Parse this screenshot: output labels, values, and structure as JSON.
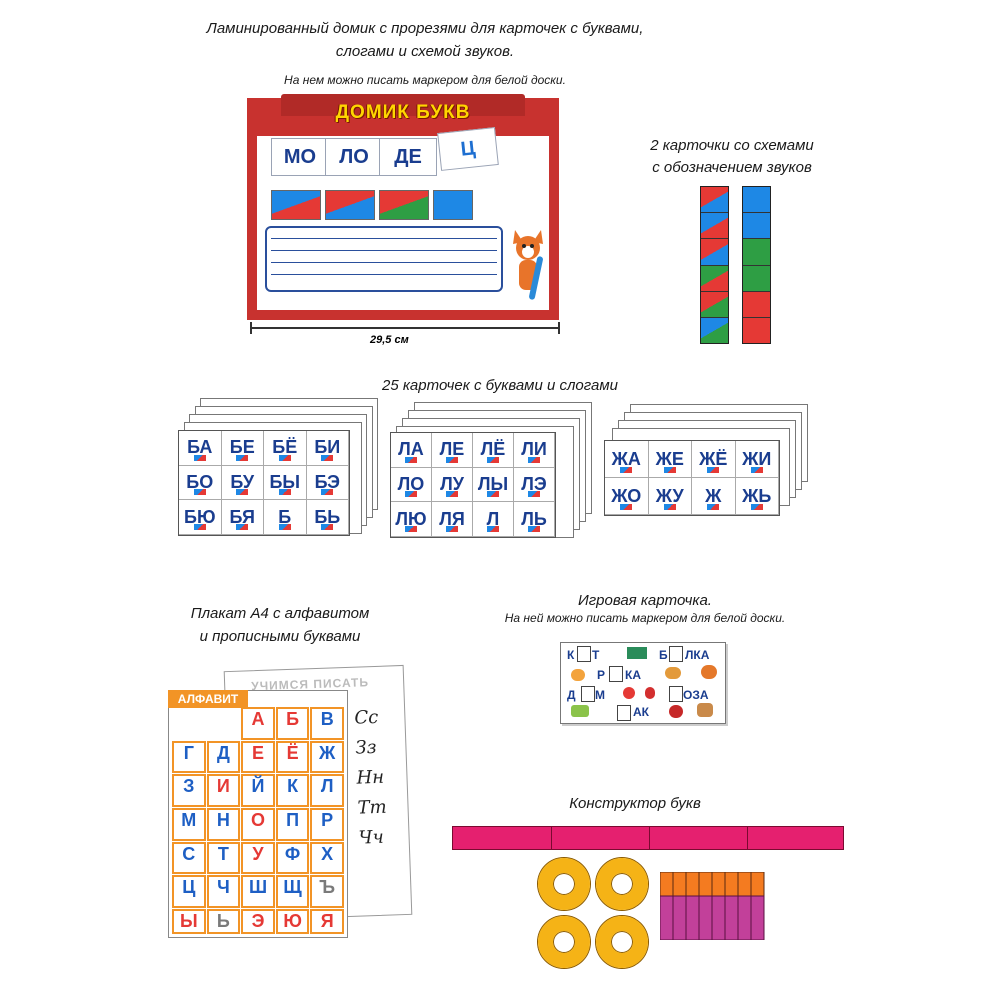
{
  "house_section": {
    "caption_line1": "Ламинированный домик с прорезями для карточек с буквами,",
    "caption_line2": "слогами и схемой звуков.",
    "caption_line3": "На нем можно писать маркером для белой доски.",
    "title": "ДОМИК БУКВ",
    "slots": [
      "МО",
      "ЛО",
      "ДЕ",
      "Ц"
    ],
    "size_label": "29,5 см",
    "colors": {
      "roof": "#c8322f",
      "title": "#ffd600",
      "letters": "#1a3d8f"
    }
  },
  "schemes_section": {
    "caption_line1": "2 карточки со схемами",
    "caption_line2": "с обозначением звуков"
  },
  "cards_section": {
    "caption": "25 карточек с буквами и слогами",
    "stack1": [
      "БА",
      "БЕ",
      "БЁ",
      "БИ",
      "БО",
      "БУ",
      "БЫ",
      "БЭ",
      "БЮ",
      "БЯ",
      "Б",
      "БЬ"
    ],
    "stack2": [
      "ЛА",
      "ЛЕ",
      "ЛЁ",
      "ЛИ",
      "ЛО",
      "ЛУ",
      "ЛЫ",
      "ЛЭ",
      "ЛЮ",
      "ЛЯ",
      "Л",
      "ЛЬ"
    ],
    "stack3": [
      "ЖА",
      "ЖЕ",
      "ЖЁ",
      "ЖИ",
      "ЖО",
      "ЖУ",
      "Ж",
      "ЖЬ"
    ]
  },
  "poster_section": {
    "caption_line1": "Плакат А4 с алфавитом",
    "caption_line2": "и прописными буквами",
    "poster_title": "АЛФАВИТ",
    "back_title": "УЧИМСЯ ПИСАТЬ",
    "letters": [
      "А",
      "Б",
      "В",
      "Г",
      "Д",
      "Е",
      "Ё",
      "Ж",
      "З",
      "И",
      "Й",
      "К",
      "Л",
      "М",
      "Н",
      "О",
      "П",
      "Р",
      "С",
      "Т",
      "У",
      "Ф",
      "Х",
      "Ц",
      "Ч",
      "Ш",
      "Щ",
      "Ъ",
      "Ы",
      "Ь",
      "Э",
      "Ю",
      "Я"
    ],
    "cursive": [
      "Сс",
      "Зз",
      "Нн",
      "Тт",
      "Чч"
    ]
  },
  "game_section": {
    "caption_line1": "Игровая карточка.",
    "caption_line2": "На ней можно писать маркером для белой доски.",
    "row1": [
      "К",
      "Т",
      "Р",
      "КА",
      "Б",
      "ЛКА"
    ],
    "row2": [
      "Д",
      "М",
      "АК",
      "ОЗА"
    ]
  },
  "constructor_section": {
    "caption": "Конструктор букв",
    "colors": {
      "bar": "#e5206f",
      "rings": "#f5b316",
      "sticks_top": "#f47b20",
      "sticks_bottom": "#c2409a"
    }
  }
}
